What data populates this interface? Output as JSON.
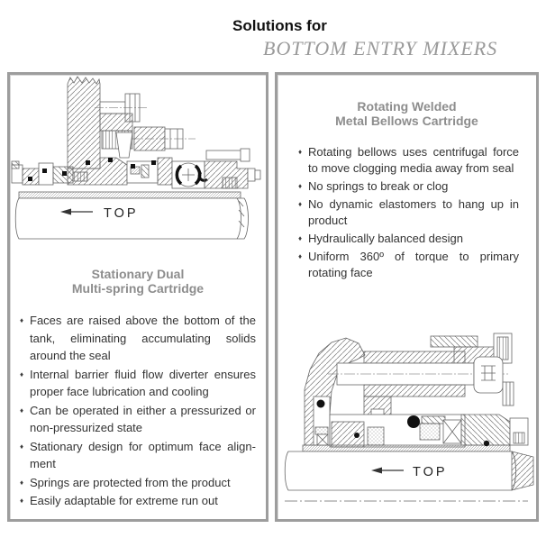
{
  "header": {
    "kicker": "Solutions for",
    "title": "BOTTOM ENTRY MIXERS"
  },
  "ui": {
    "bullet_glyph": "♦"
  },
  "panels": {
    "left": {
      "heading": [
        "Stationary Dual",
        "Multi-spring Cartridge"
      ],
      "diagram_label": "TOP",
      "bullets": [
        "Faces are raised above the bottom of the tank, eliminating accumulating solids around the seal",
        "Internal barrier fluid flow diverter ensures proper face lubrication and cooling",
        "Can be operated in either a pressurized or non-pressurized state",
        "Stationary design for optimum face align­ment",
        "Springs are protected from the product",
        "Easily adaptable for extreme run out"
      ]
    },
    "right": {
      "heading": [
        "Rotating Welded",
        "Metal Bellows Cartridge"
      ],
      "diagram_label": "TOP",
      "bullets": [
        "Rotating bellows uses centrifugal force to move clogging media away from seal",
        "No springs to break or clog",
        "No dynamic elastomers to hang up in product",
        "Hydraulically balanced design",
        "Uniform 360º of torque to primary rotating face"
      ]
    }
  },
  "colors": {
    "panel_border": "#9d9d9d",
    "heading_gray": "#8d8d8d",
    "title_gray": "#9a9a9a",
    "body_text": "#333333",
    "line_art": "#666666"
  }
}
